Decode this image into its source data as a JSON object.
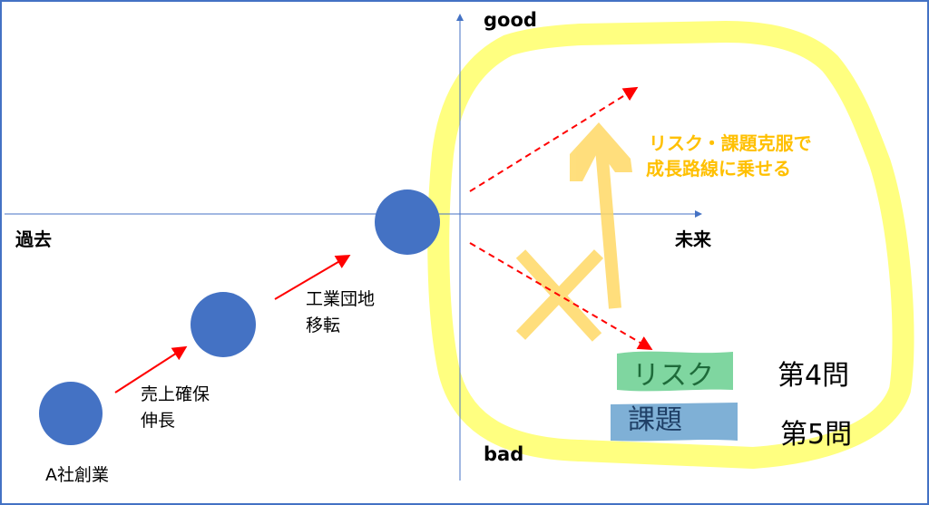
{
  "axes": {
    "up": "good",
    "down": "bad",
    "left": "過去",
    "right": "未来"
  },
  "stages": [
    {
      "label_lines": [
        "A社創業"
      ]
    },
    {
      "label_lines": [
        "売上確保",
        "伸長"
      ]
    },
    {
      "label_lines": [
        "工業団地",
        "移転"
      ]
    }
  ],
  "goal_text": [
    "リスク・課題克服で",
    "成長路線に乗せる"
  ],
  "highlights": [
    {
      "label": "リスク",
      "question": "第4問",
      "color": "#7fd6a0"
    },
    {
      "label": "課題",
      "question": "第5問",
      "color": "#7fb0d6"
    }
  ],
  "colors": {
    "axis": "#4472c4",
    "circle": "#4472c4",
    "arrow": "#ff0000",
    "highlighter": "#ffff80",
    "marker": "#ffd966",
    "goal_text": "#ffc000"
  }
}
